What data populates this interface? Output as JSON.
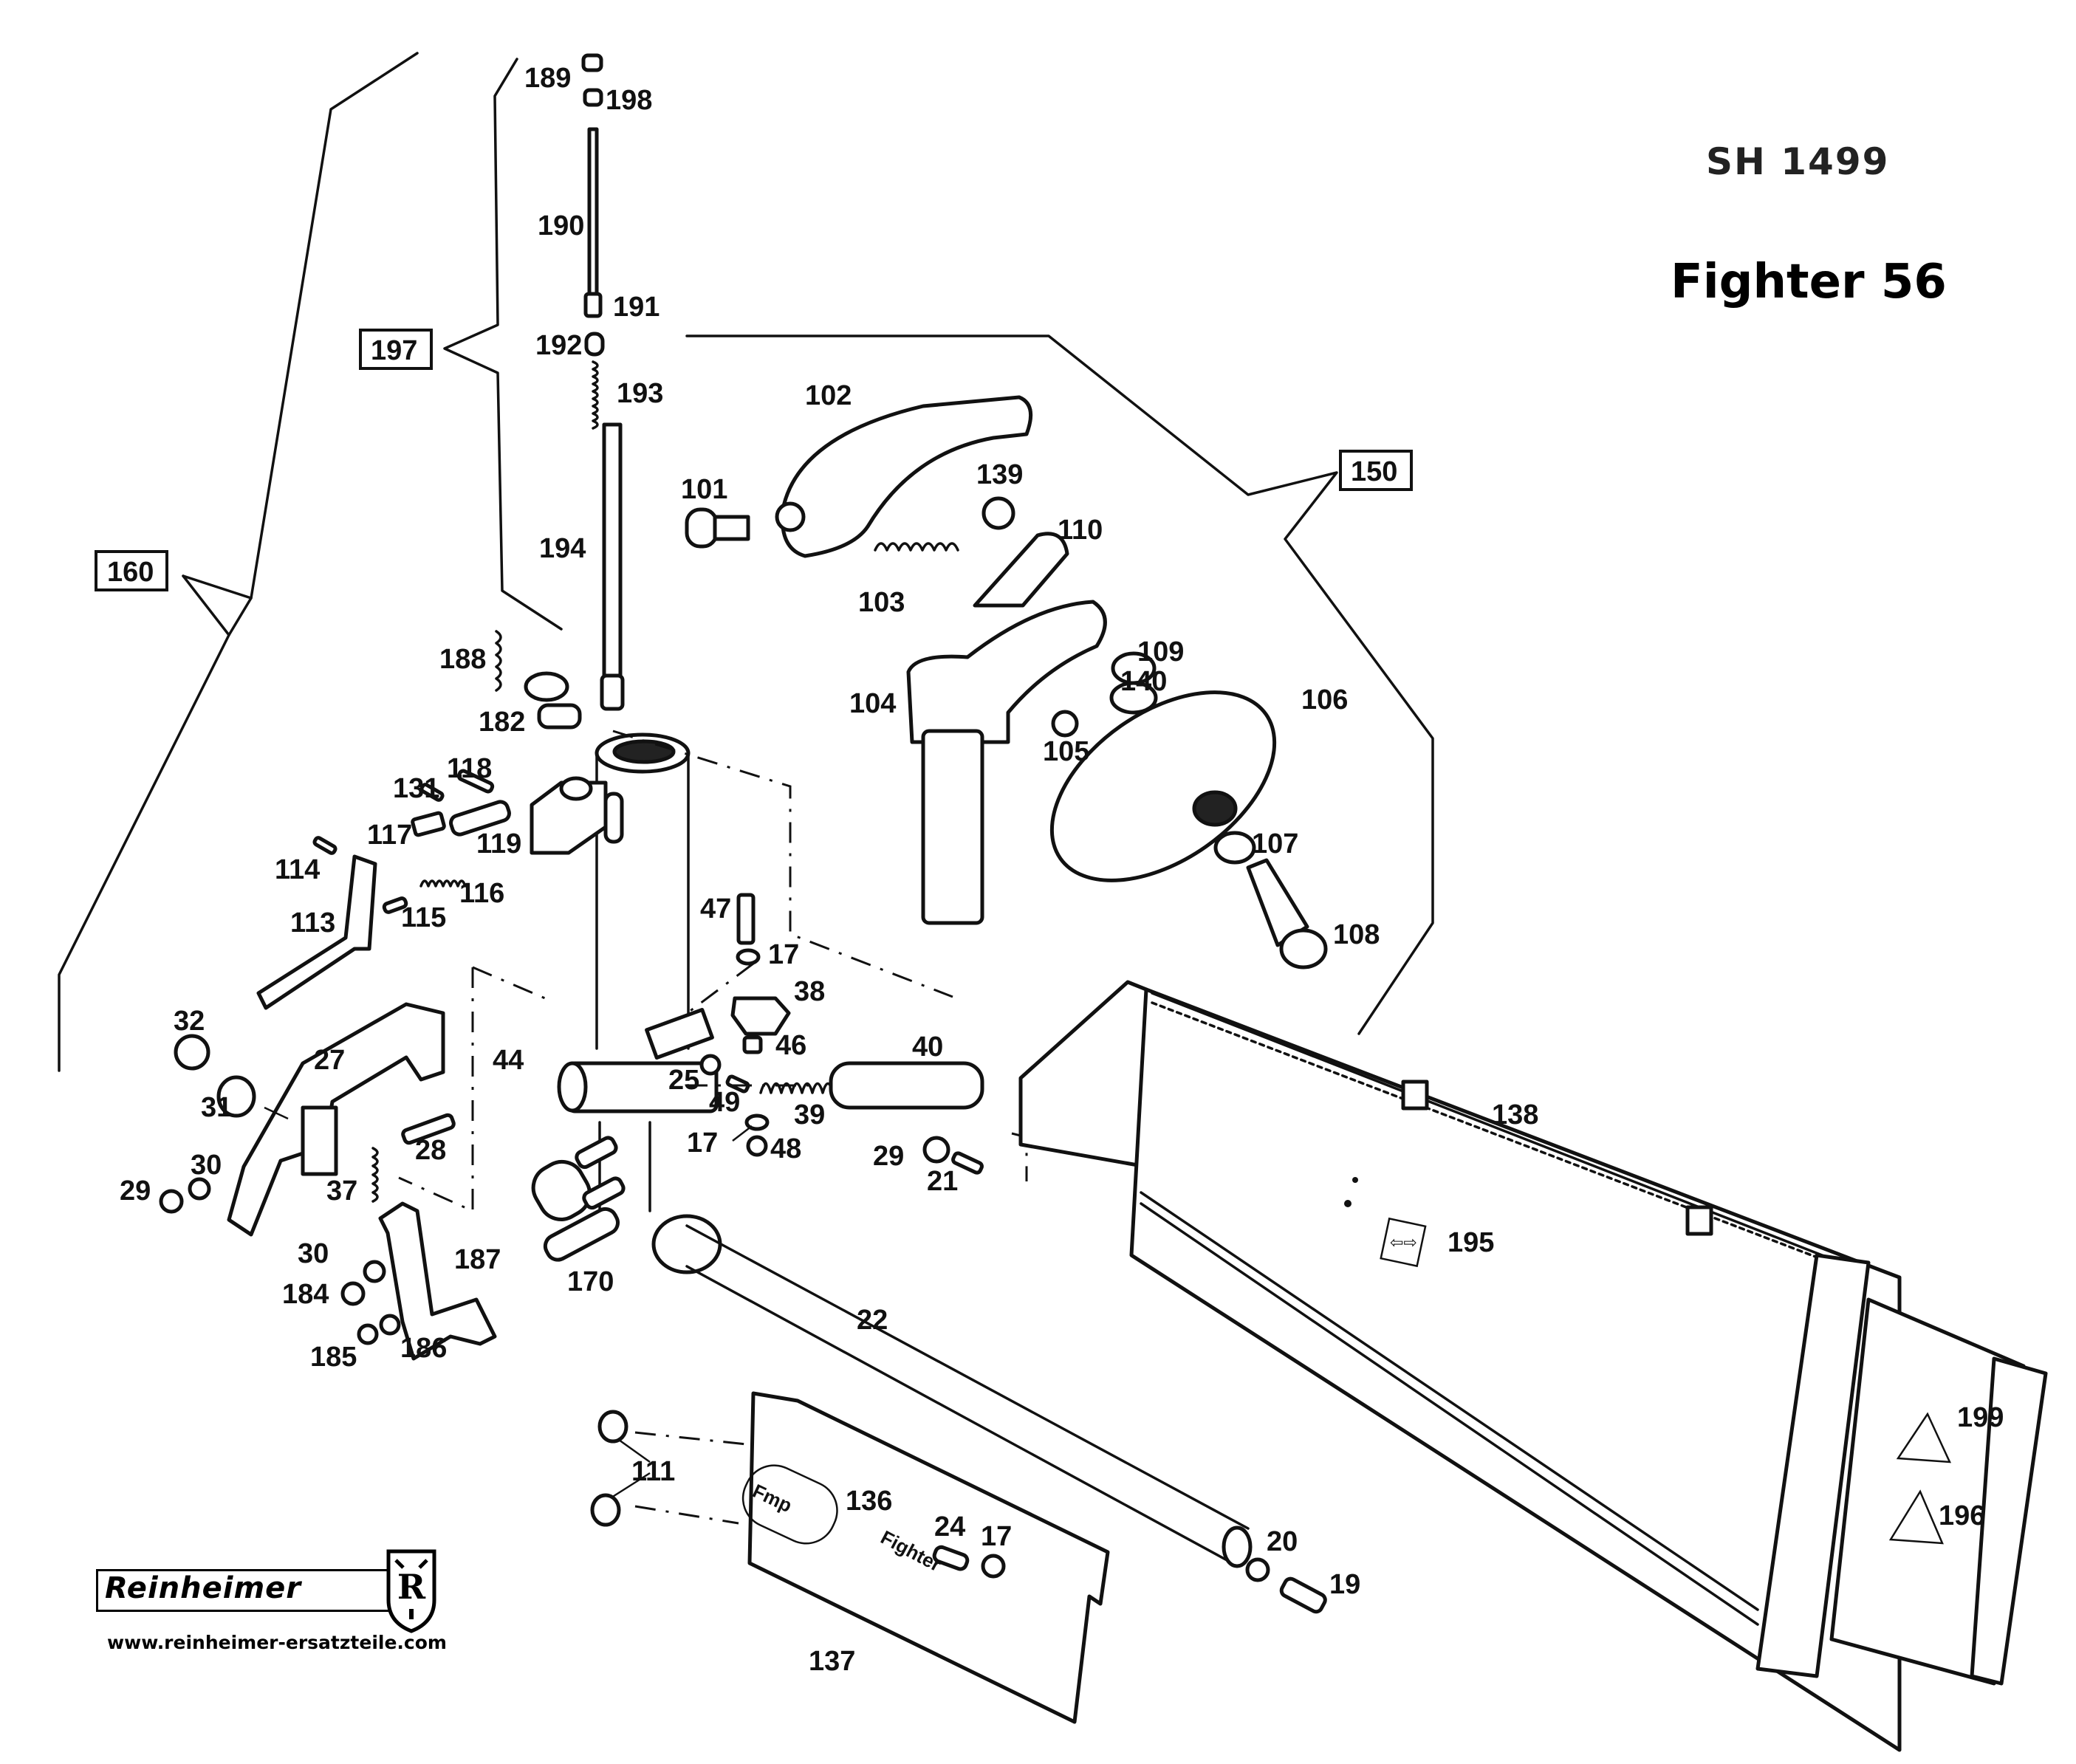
{
  "header": {
    "document_code": "SH 1499",
    "model_title": "Fighter 56"
  },
  "branding": {
    "company": "Reinheimer",
    "shield_letter": "R",
    "website": "www.reinheimer-ersatzteile.com"
  },
  "assembly_groups": [
    {
      "label": "160"
    },
    {
      "label": "197"
    },
    {
      "label": "150"
    }
  ],
  "part_labels": [
    "189",
    "198",
    "190",
    "191",
    "192",
    "193",
    "194",
    "188",
    "182",
    "118",
    "131",
    "119",
    "117",
    "114",
    "116",
    "115",
    "113",
    "32",
    "31",
    "27",
    "28",
    "30",
    "29",
    "37",
    "44",
    "25",
    "49",
    "47",
    "17",
    "38",
    "46",
    "40",
    "39",
    "17",
    "48",
    "30",
    "184",
    "185",
    "186",
    "187",
    "170",
    "22",
    "101",
    "102",
    "139",
    "110",
    "103",
    "104",
    "109",
    "140",
    "106",
    "105",
    "107",
    "108",
    "138",
    "29",
    "21",
    "195",
    "199",
    "196",
    "111",
    "136",
    "24",
    "17",
    "20",
    "19",
    "137"
  ],
  "decal_texts": {
    "cover_logo": "Fmp",
    "cover_model": "Fighter"
  }
}
